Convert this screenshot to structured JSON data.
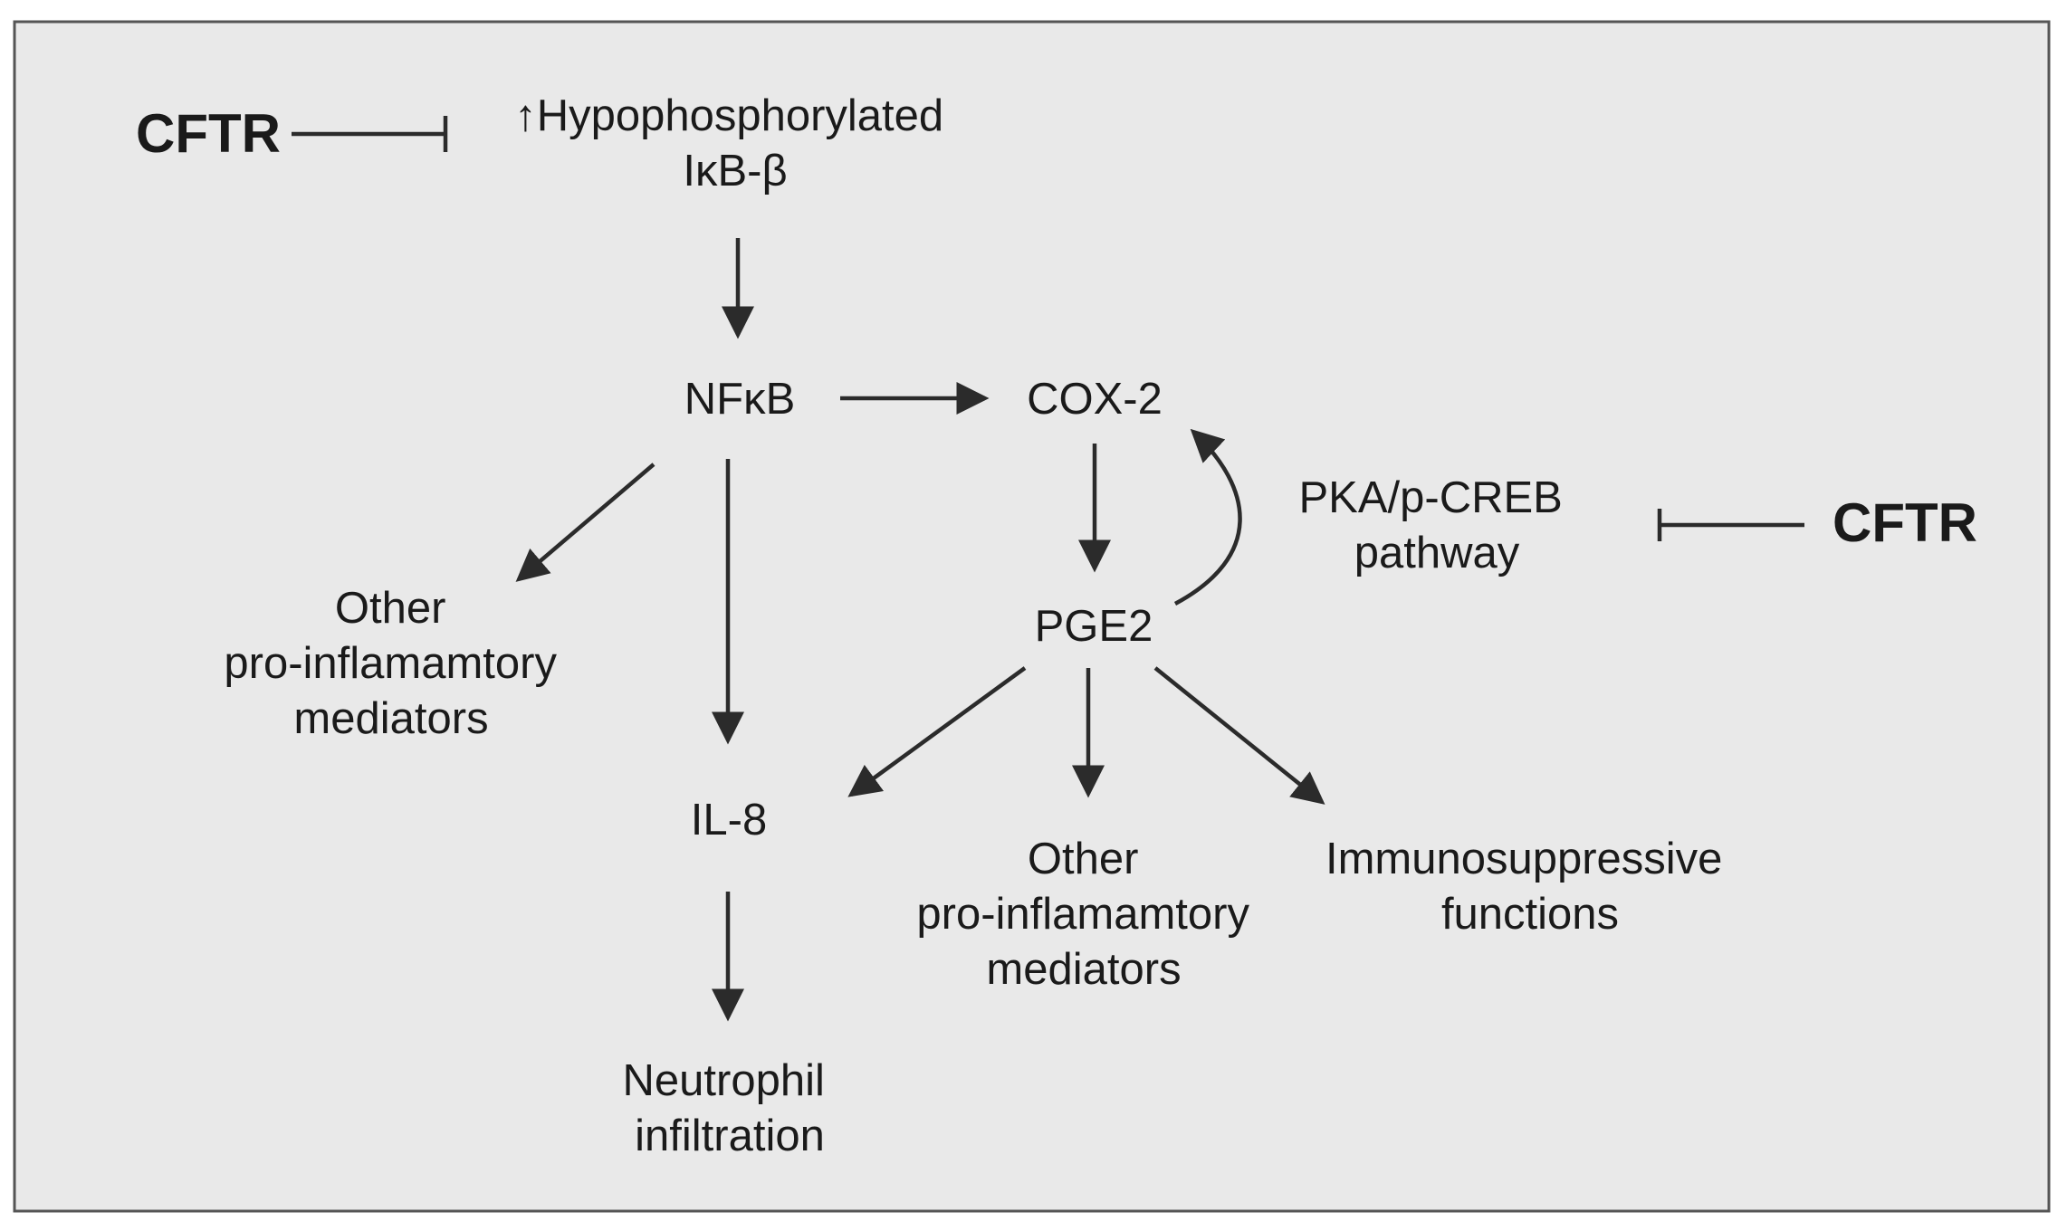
{
  "diagram": {
    "background_color": "#e9e9e9",
    "border_color": "#555555",
    "text_color": "#1a1a1a",
    "nodes": {
      "cftr_top": {
        "lines": [
          "CFTR"
        ]
      },
      "ikb": {
        "lines": [
          "↑Hypophosphorylated",
          "IκB-β"
        ]
      },
      "nfkb": {
        "lines": [
          "NFκB"
        ]
      },
      "cox2": {
        "lines": [
          "COX-2"
        ]
      },
      "other_left": {
        "lines": [
          "Other",
          "pro-inflamamtory",
          "mediators"
        ]
      },
      "il8": {
        "lines": [
          "IL-8"
        ]
      },
      "pge2": {
        "lines": [
          "PGE2"
        ]
      },
      "pka": {
        "lines": [
          "PKA/p-CREB",
          "pathway"
        ]
      },
      "cftr_right": {
        "lines": [
          "CFTR"
        ]
      },
      "other_mid": {
        "lines": [
          "Other",
          "pro-inflamamtory",
          "mediators"
        ]
      },
      "immuno": {
        "lines": [
          "Immunosuppressive",
          "functions"
        ]
      },
      "neutrophil": {
        "lines": [
          "Neutrophil",
          "infiltration"
        ]
      }
    },
    "edges": [
      {
        "from": "cftr_top",
        "to": "ikb",
        "type": "inhibits"
      },
      {
        "from": "ikb",
        "to": "nfkb",
        "type": "activates"
      },
      {
        "from": "nfkb",
        "to": "cox2",
        "type": "activates"
      },
      {
        "from": "nfkb",
        "to": "other_left",
        "type": "activates"
      },
      {
        "from": "nfkb",
        "to": "il8",
        "type": "activates"
      },
      {
        "from": "cox2",
        "to": "pge2",
        "type": "activates"
      },
      {
        "from": "pge2",
        "to": "cox2",
        "type": "activates"
      },
      {
        "from": "cftr_right",
        "to": "pka",
        "type": "inhibits"
      },
      {
        "from": "pge2",
        "to": "il8",
        "type": "activates"
      },
      {
        "from": "pge2",
        "to": "other_mid",
        "type": "activates"
      },
      {
        "from": "pge2",
        "to": "immuno",
        "type": "activates"
      },
      {
        "from": "il8",
        "to": "neutrophil",
        "type": "activates"
      }
    ]
  }
}
